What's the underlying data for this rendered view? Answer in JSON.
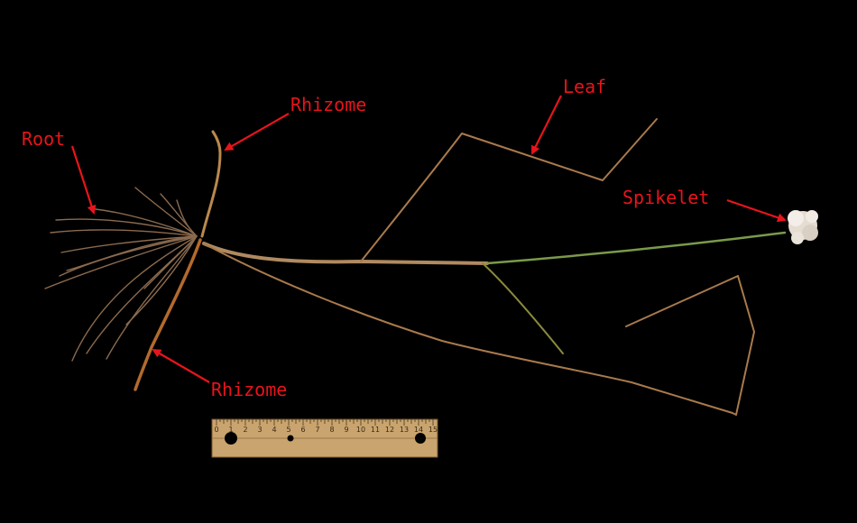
{
  "annotations": {
    "rhizome_top": "Rhizome",
    "leaf": "Leaf",
    "root": "Root",
    "spikelet": "Spikelet",
    "rhizome_bottom": "Rhizome"
  },
  "ruler": {
    "numbers": [
      "0",
      "1",
      "2",
      "3",
      "4",
      "5",
      "6",
      "7",
      "8",
      "9",
      "10",
      "11",
      "12",
      "13",
      "14",
      "15"
    ]
  },
  "colors": {
    "background": "#000000",
    "annotation": "#e8141c",
    "stem_dry": "#a87a4c",
    "stem_green": "#7a9a4a",
    "ruler_wood": "#c9a46e"
  }
}
